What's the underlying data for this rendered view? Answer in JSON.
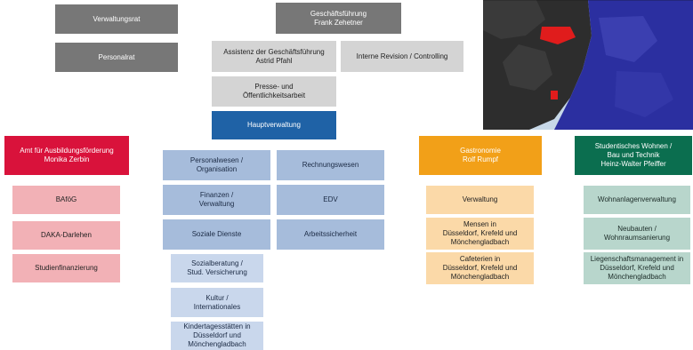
{
  "top": {
    "verwaltungsrat": "Verwaltungsrat",
    "personalrat": "Personalrat",
    "geschaeftsfuehrung": "Geschäftsführung\nFrank Zehetner",
    "assistenz": "Assistenz der Geschäftsführung\nAstrid Pfahl",
    "interne_revision": "Interne Revision / Controlling",
    "presse": "Presse- und\nÖffentlichkeitsarbeit",
    "hauptverwaltung": "Hauptverwaltung"
  },
  "amt": {
    "header": "Amt für Ausbildungsförderung\nMonika Zerbin",
    "items": [
      "BAföG",
      "DAKA-Darlehen",
      "Studienfinanzierung"
    ]
  },
  "hauptverwaltung_units": {
    "left": [
      "Personalwesen /\nOrganisation",
      "Finanzen /\nVerwaltung",
      "Soziale Dienste"
    ],
    "right": [
      "Rechnungswesen",
      "EDV",
      "Arbeitssicherheit"
    ],
    "sub": [
      "Sozialberatung /\nStud. Versicherung",
      "Kultur /\nInternationales",
      "Kindertagesstätten in\nDüsseldorf und\nMönchengladbach"
    ]
  },
  "gastronomie": {
    "header": "Gastronomie\nRolf Rumpf",
    "items": [
      "Verwaltung",
      "Mensen in\nDüsseldorf, Krefeld und\nMönchengladbach",
      "Cafeterien in\nDüsseldorf, Krefeld und\nMönchengladbach"
    ]
  },
  "wohnen": {
    "header": "Studentisches Wohnen /\nBau und Technik\nHeinz-Walter Pfeiffer",
    "items": [
      "Wohnanlagenverwaltung",
      "Neubauten /\nWohnraumsanierung",
      "Liegenschaftsmanagement in\nDüsseldorf, Krefeld und\nMönchengladbach"
    ]
  },
  "colors": {
    "gray_dark": "#777777",
    "gray_light": "#d4d4d4",
    "navy": "#1f62a6",
    "red": "#d9123b",
    "red_light": "#f2b1b6",
    "blue_mid": "#a6bcdb",
    "blue_light": "#c9d7ec",
    "orange": "#f2a018",
    "orange_light": "#fbd9a8",
    "green": "#0b6e4f",
    "green_light": "#b8d6cc"
  }
}
